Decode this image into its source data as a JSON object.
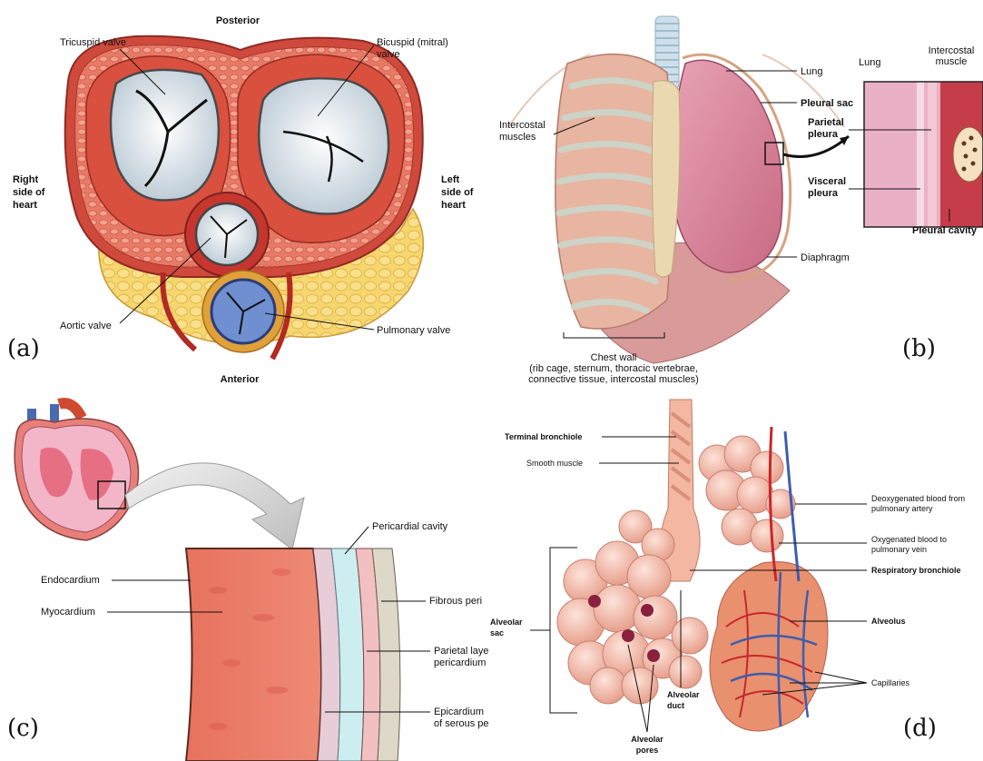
{
  "panels": {
    "a": {
      "letter": "(a)",
      "posterior": "Posterior",
      "anterior": "Anterior",
      "right_side": [
        "Right",
        "side of",
        "heart"
      ],
      "left_side": [
        "Left",
        "side of",
        "heart"
      ],
      "tricuspid": "Tricuspid valve",
      "bicuspid": [
        "Bicuspid (mitral)",
        "valve"
      ],
      "aortic": "Aortic valve",
      "pulmonary": "Pulmonary valve"
    },
    "b": {
      "letter": "(b)",
      "intercostal_muscles": [
        "Intercostal",
        "muscles"
      ],
      "lung": "Lung",
      "pleural_sac": "Pleural sac",
      "diaphragm": "Diaphragm",
      "chest_wall": [
        "Chest wall",
        "(rib cage, sternum, thoracic vertebrae,",
        "connective tissue, intercostal muscles)"
      ],
      "inset_lung": "Lung",
      "inset_intercostal": [
        "Intercostal",
        "muscle"
      ],
      "parietal": [
        "Parietal",
        "pleura"
      ],
      "visceral": [
        "Visceral",
        "pleura"
      ],
      "pleural_cavity": "Pleural cavity"
    },
    "c": {
      "letter": "(c)",
      "pericardial_cavity": "Pericardial cavity",
      "endocardium": "Endocardium",
      "myocardium": "Myocardium",
      "fibrous": "Fibrous peri",
      "parietal": [
        "Parietal laye",
        "pericardium"
      ],
      "epicardium": [
        "Epicardium",
        "of serous pe"
      ]
    },
    "d": {
      "letter": "(d)",
      "terminal_bronchiole": "Terminal bronchiole",
      "smooth_muscle": "Smooth muscle",
      "deoxygenated": [
        "Deoxygenated blood from",
        "pulmonary artery"
      ],
      "oxygenated": [
        "Oxygenated blood to",
        "pulmonary vein"
      ],
      "respiratory_bronchiole": "Respiratory bronchiole",
      "alveolus": "Alveolus",
      "alveolar_sac": [
        "Alveolar",
        "sac"
      ],
      "alveolar_duct": [
        "Alveolar",
        "duct"
      ],
      "alveolar_pores": [
        "Alveolar",
        "pores"
      ],
      "capillaries": "Capillaries"
    }
  },
  "colors": {
    "muscle": "#e05a4a",
    "muscle_dark": "#b8342b",
    "fat": "#f5d36a",
    "valve": "#dfe8ee",
    "pulm_valve": "#6b86c4",
    "lung": "#d8849a",
    "rib": "#e6b6a0",
    "cartilage": "#c9cfc2",
    "alveoli": "#f0b8a8",
    "artery": "#c8262b",
    "vein": "#3c5db0"
  }
}
